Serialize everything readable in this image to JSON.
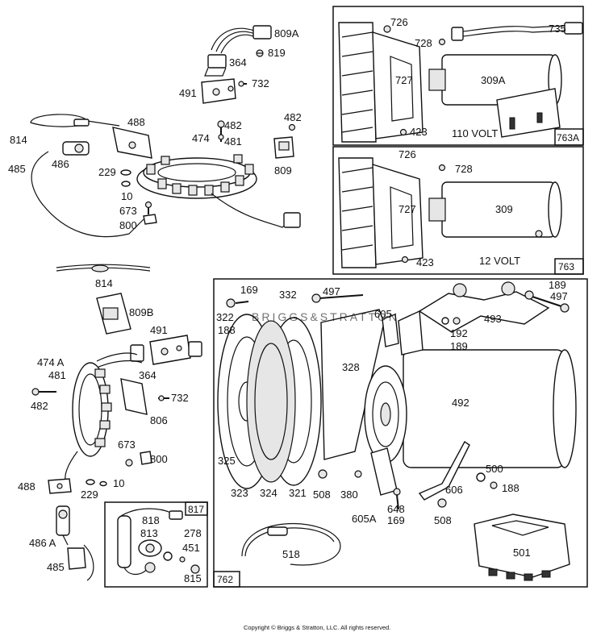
{
  "labels": {
    "l809A": "809A",
    "l819": "819",
    "l364": "364",
    "l732": "732",
    "l491": "491",
    "l488": "488",
    "l814": "814",
    "l486": "486",
    "l485": "485",
    "l474": "474",
    "l482": "482",
    "l481": "481",
    "l229": "229",
    "l10": "10",
    "l673": "673",
    "l800": "800",
    "l809": "809",
    "l482b": "482",
    "l726": "726",
    "l735": "735",
    "l728": "728",
    "l727": "727",
    "l309A": "309A",
    "l423": "423",
    "l110volt": "110 VOLT",
    "l763A": "763A",
    "l726b": "726",
    "l728b": "728",
    "l727b": "727",
    "l309": "309",
    "l423b": "423",
    "l12volt": "12 VOLT",
    "l763": "763",
    "l814b": "814",
    "l809B": "809B",
    "l491b": "491",
    "l474A": "474 A",
    "l481b": "481",
    "l482c": "482",
    "l364b": "364",
    "l732b": "732",
    "l806": "806",
    "l673b": "673",
    "l800b": "800",
    "l488b": "488",
    "l229b": "229",
    "l10b": "10",
    "l486A": "486 A",
    "l485b": "485",
    "l817": "817",
    "l818": "818",
    "l813": "813",
    "l278": "278",
    "l451": "451",
    "l815": "815",
    "l169": "169",
    "l332": "332",
    "l497": "497",
    "l322": "322",
    "l188": "188",
    "l605": "605",
    "l189": "189",
    "l497b": "497",
    "l493": "493",
    "l192": "192",
    "l189b": "189",
    "l328": "328",
    "l492": "492",
    "l325": "325",
    "l323": "323",
    "l324": "324",
    "l321": "321",
    "l508": "508",
    "l380": "380",
    "l605A": "605A",
    "l648": "648",
    "l169b": "169",
    "l606": "606",
    "l500": "500",
    "l188b": "188",
    "l508b": "508",
    "l518": "518",
    "l501": "501",
    "l762": "762"
  },
  "watermark": "BRIGGS&STRATTON",
  "copyright": "Copyright © Briggs & Stratton, LLC. All rights reserved."
}
